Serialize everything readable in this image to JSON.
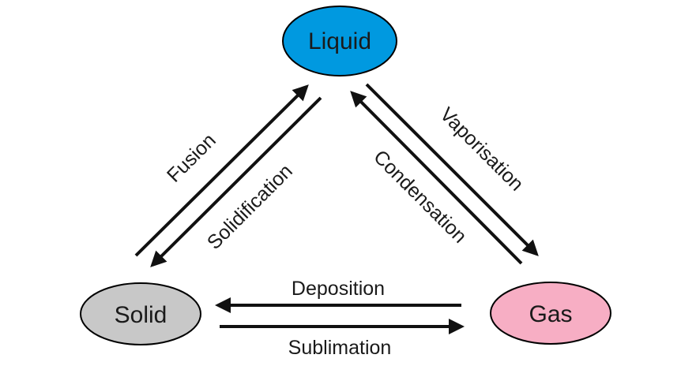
{
  "nodes": {
    "liquid": {
      "label": "Liquid",
      "color": "#0099e0"
    },
    "solid": {
      "label": "Solid",
      "color": "#c8c8c8"
    },
    "gas": {
      "label": "Gas",
      "color": "#f7aec4"
    }
  },
  "transitions": {
    "fusion": {
      "label": "Fusion",
      "from": "Solid",
      "to": "Liquid"
    },
    "solidification": {
      "label": "Solidification",
      "from": "Liquid",
      "to": "Solid"
    },
    "vaporisation": {
      "label": "Vaporisation",
      "from": "Liquid",
      "to": "Gas"
    },
    "condensation": {
      "label": "Condensation",
      "from": "Gas",
      "to": "Liquid"
    },
    "deposition": {
      "label": "Deposition",
      "from": "Gas",
      "to": "Solid"
    },
    "sublimation": {
      "label": "Sublimation",
      "from": "Solid",
      "to": "Gas"
    }
  },
  "colors": {
    "arrow": "#111111",
    "outline": "#000000"
  }
}
